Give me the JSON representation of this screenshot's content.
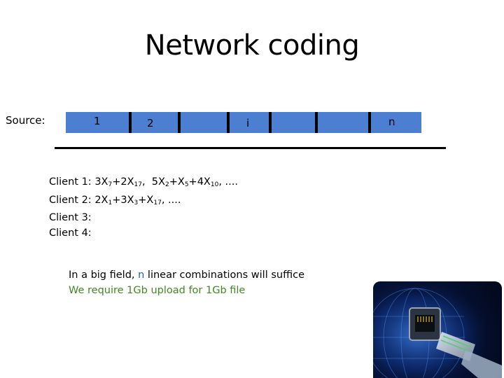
{
  "title": "Network coding",
  "source": {
    "label": "Source:",
    "blocks": [
      "1",
      "2",
      "i",
      "n"
    ]
  },
  "clients": [
    {
      "label": "Client 1:",
      "terms": "3X7+2X17, 5X2+X5+4X10, ...."
    },
    {
      "label": "Client 2:",
      "terms": "2X1+3X3+X17, ...."
    },
    {
      "label": "Client 3:",
      "terms": ""
    },
    {
      "label": "Client 4:",
      "terms": ""
    }
  ],
  "note": {
    "line1_prefix": "In a big field, ",
    "line1_n": "n",
    "line1_suffix": " linear combinations will suffice",
    "line2": "We require 1Gb upload for 1Gb file"
  },
  "colors": {
    "bar": "#4c7fd1",
    "n_highlight": "#1f5fa8",
    "green_text": "#3f8a1f"
  },
  "image": {
    "icon": "network-cable-globe-image"
  }
}
